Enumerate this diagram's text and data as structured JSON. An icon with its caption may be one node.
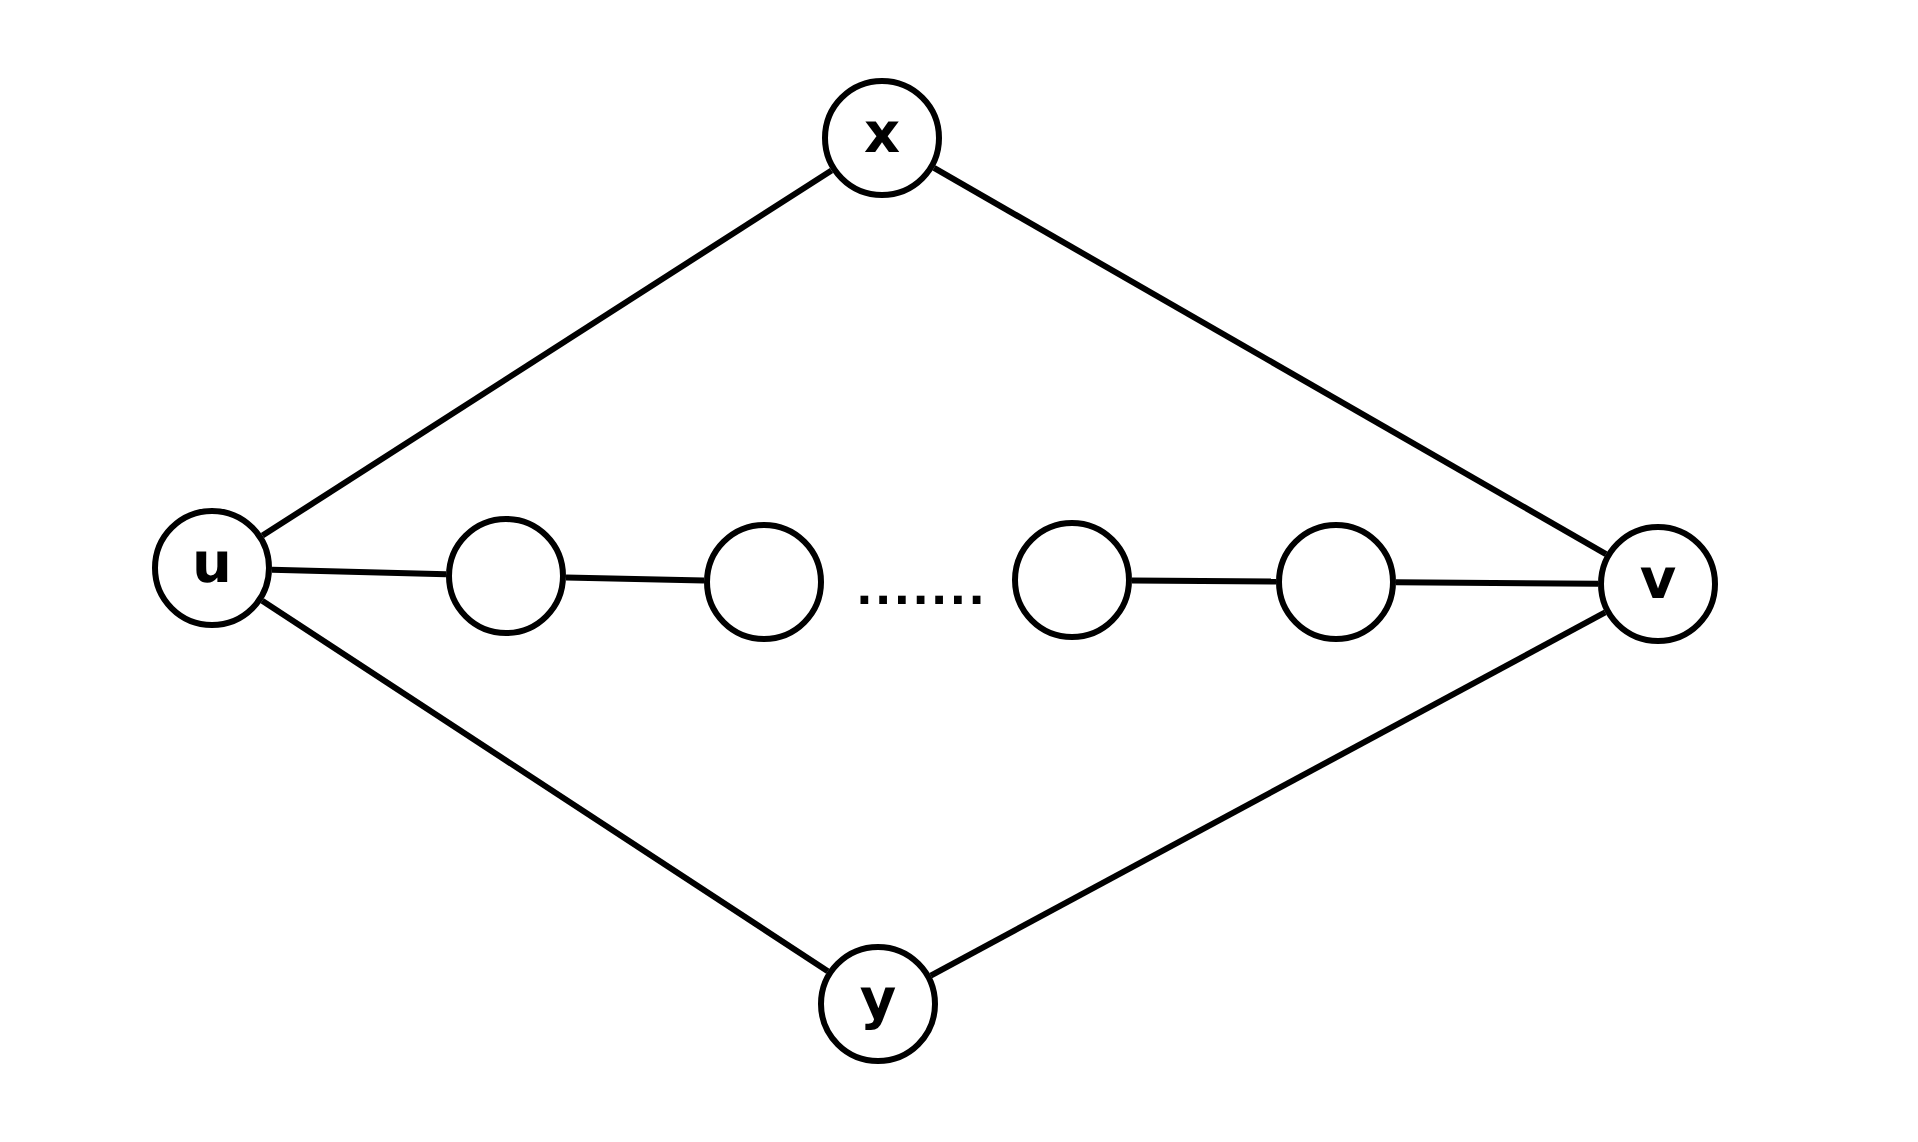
{
  "diagram": {
    "nodes": [
      {
        "text": [
          "x"
        ]
      },
      {
        "text": [
          "u"
        ]
      },
      {
        "text": [],
        "shape": "circle"
      },
      {
        "text": [],
        "shape": "circle"
      },
      {
        "text": [],
        "shape": "circle"
      },
      {
        "text": [],
        "shape": "circle"
      },
      {
        "text": [
          "v"
        ]
      },
      {
        "text": [
          "y"
        ]
      }
    ],
    "edges": [
      {
        "from": 1,
        "to": 0,
        "arrow": "none"
      },
      {
        "from": 0,
        "to": 6,
        "arrow": "none"
      },
      {
        "from": 1,
        "to": 2,
        "arrow": "none"
      },
      {
        "from": 2,
        "to": 3,
        "arrow": "none"
      },
      {
        "from": 4,
        "to": 5,
        "arrow": "none"
      },
      {
        "from": 5,
        "to": 6,
        "arrow": "none"
      },
      {
        "from": 1,
        "to": 7,
        "arrow": "none"
      },
      {
        "from": 7,
        "to": 6,
        "arrow": "none"
      }
    ],
    "labels": [
      "......."
    ]
  }
}
